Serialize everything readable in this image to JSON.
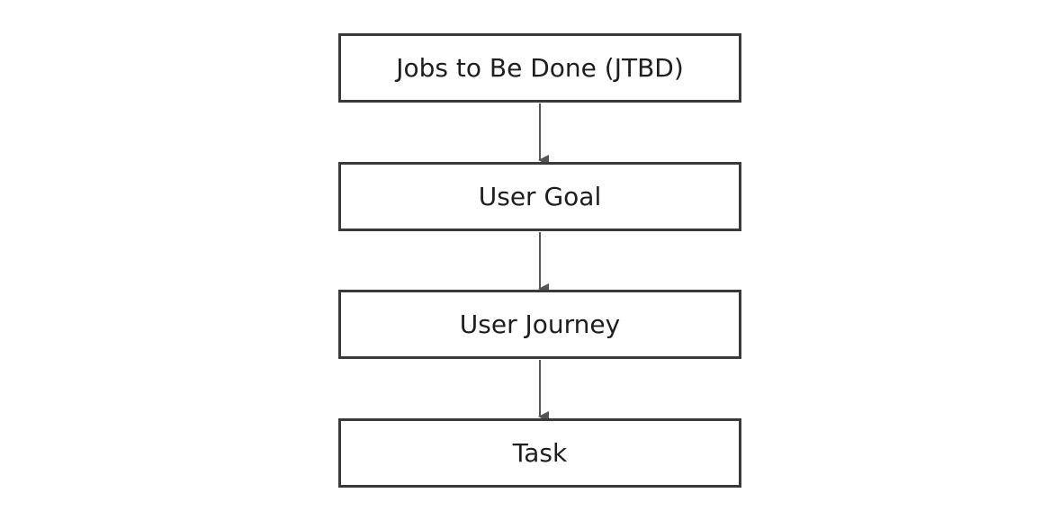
{
  "diagram": {
    "nodes": [
      {
        "label": "Jobs to Be Done (JTBD)"
      },
      {
        "label": "User Goal"
      },
      {
        "label": "User Journey"
      },
      {
        "label": "Task"
      }
    ],
    "edges": [
      {
        "from": 0,
        "to": 1
      },
      {
        "from": 1,
        "to": 2
      },
      {
        "from": 2,
        "to": 3
      }
    ],
    "colors": {
      "box_border": "#3a3a3a",
      "arrow": "#555555",
      "text": "#1e1e1e",
      "background": "#ffffff"
    }
  }
}
